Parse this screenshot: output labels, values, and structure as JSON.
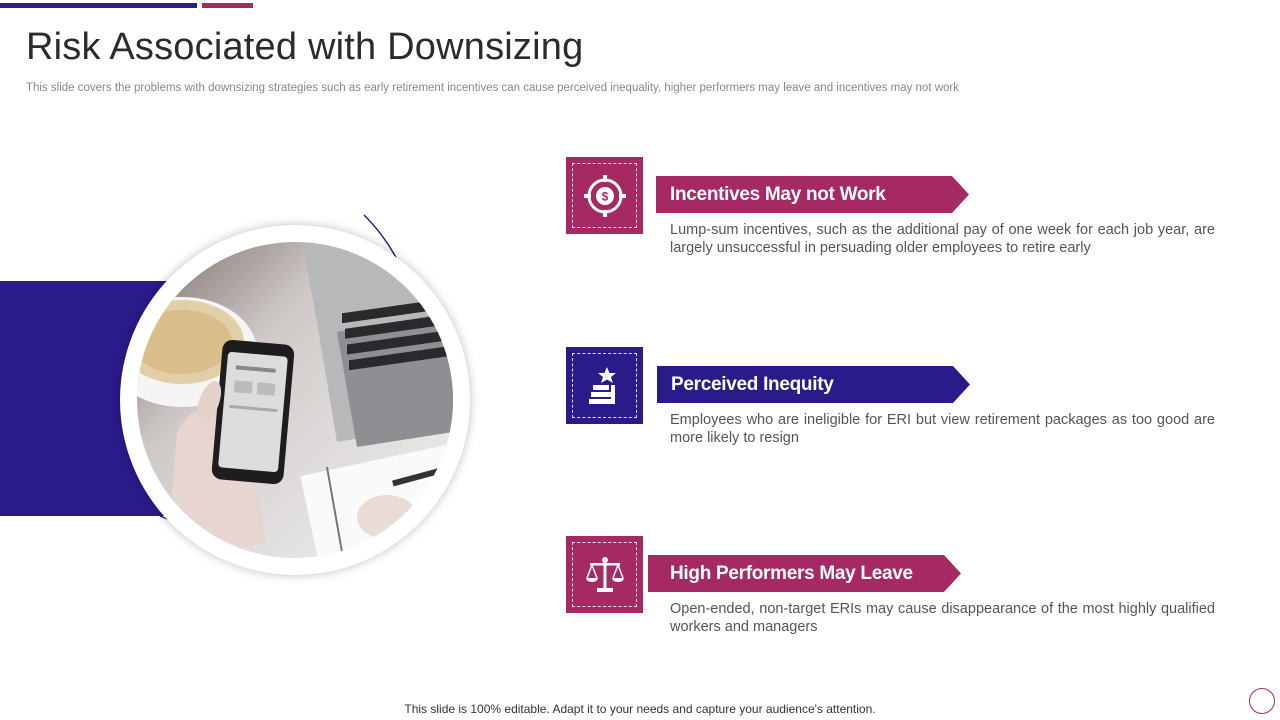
{
  "title": "Risk Associated with Downsizing",
  "subtitle": "This slide covers the problems with downsizing strategies such as early retirement incentives can cause perceived inequality, higher performers may leave and incentives may not work",
  "colors": {
    "accent_purple": "#a52a64",
    "accent_blue": "#291b8a"
  },
  "items": [
    {
      "heading": "Incentives May not Work",
      "description": "Lump-sum incentives, such as the additional pay of one week for each job year, are largely unsuccessful in persuading older employees to retire early",
      "icon": "dollar-target-icon",
      "color": "#a52a64"
    },
    {
      "heading": "Perceived Inequity",
      "description": "Employees who are ineligible for ERI but view retirement packages as too good are more likely to resign",
      "icon": "stairs-star-icon",
      "color": "#291b8a"
    },
    {
      "heading": "High Performers May Leave",
      "description": "Open-ended, non-target ERIs may cause disappearance of the most highly qualified workers and managers",
      "icon": "balance-scale-icon",
      "color": "#a52a64"
    }
  ],
  "footer": "This slide is 100% editable. Adapt it to your needs and capture your audience's attention."
}
